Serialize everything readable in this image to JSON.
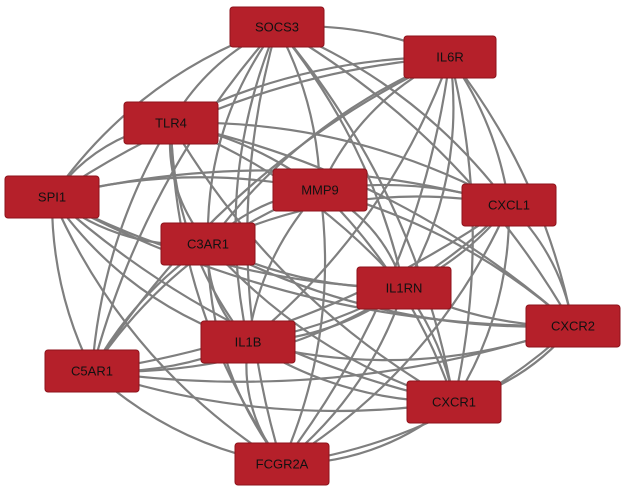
{
  "network": {
    "nodes": [
      {
        "id": "SOCS3",
        "label": "SOCS3"
      },
      {
        "id": "IL6R",
        "label": "IL6R"
      },
      {
        "id": "TLR4",
        "label": "TLR4"
      },
      {
        "id": "SPI1",
        "label": "SPI1"
      },
      {
        "id": "MMP9",
        "label": "MMP9"
      },
      {
        "id": "CXCL1",
        "label": "CXCL1"
      },
      {
        "id": "C3AR1",
        "label": "C3AR1"
      },
      {
        "id": "IL1RN",
        "label": "IL1RN"
      },
      {
        "id": "CXCR2",
        "label": "CXCR2"
      },
      {
        "id": "IL1B",
        "label": "IL1B"
      },
      {
        "id": "C5AR1",
        "label": "C5AR1"
      },
      {
        "id": "CXCR1",
        "label": "CXCR1"
      },
      {
        "id": "FCGR2A",
        "label": "FCGR2A"
      }
    ],
    "edges": [
      [
        "SOCS3",
        "IL6R"
      ],
      [
        "SOCS3",
        "TLR4"
      ],
      [
        "SOCS3",
        "SPI1"
      ],
      [
        "SOCS3",
        "MMP9"
      ],
      [
        "SOCS3",
        "CXCL1"
      ],
      [
        "SOCS3",
        "C3AR1"
      ],
      [
        "SOCS3",
        "IL1RN"
      ],
      [
        "SOCS3",
        "CXCR2"
      ],
      [
        "SOCS3",
        "IL1B"
      ],
      [
        "SOCS3",
        "C5AR1"
      ],
      [
        "SOCS3",
        "CXCR1"
      ],
      [
        "SOCS3",
        "FCGR2A"
      ],
      [
        "IL6R",
        "TLR4"
      ],
      [
        "IL6R",
        "SPI1"
      ],
      [
        "IL6R",
        "MMP9"
      ],
      [
        "IL6R",
        "CXCL1"
      ],
      [
        "IL6R",
        "C3AR1"
      ],
      [
        "IL6R",
        "IL1RN"
      ],
      [
        "IL6R",
        "CXCR2"
      ],
      [
        "IL6R",
        "IL1B"
      ],
      [
        "IL6R",
        "C5AR1"
      ],
      [
        "IL6R",
        "CXCR1"
      ],
      [
        "IL6R",
        "FCGR2A"
      ],
      [
        "TLR4",
        "SPI1"
      ],
      [
        "TLR4",
        "MMP9"
      ],
      [
        "TLR4",
        "CXCL1"
      ],
      [
        "TLR4",
        "C3AR1"
      ],
      [
        "TLR4",
        "IL1RN"
      ],
      [
        "TLR4",
        "CXCR2"
      ],
      [
        "TLR4",
        "IL1B"
      ],
      [
        "TLR4",
        "C5AR1"
      ],
      [
        "TLR4",
        "CXCR1"
      ],
      [
        "TLR4",
        "FCGR2A"
      ],
      [
        "SPI1",
        "MMP9"
      ],
      [
        "SPI1",
        "CXCL1"
      ],
      [
        "SPI1",
        "C3AR1"
      ],
      [
        "SPI1",
        "IL1RN"
      ],
      [
        "SPI1",
        "CXCR2"
      ],
      [
        "SPI1",
        "IL1B"
      ],
      [
        "SPI1",
        "C5AR1"
      ],
      [
        "SPI1",
        "CXCR1"
      ],
      [
        "SPI1",
        "FCGR2A"
      ],
      [
        "MMP9",
        "CXCL1"
      ],
      [
        "MMP9",
        "C3AR1"
      ],
      [
        "MMP9",
        "IL1RN"
      ],
      [
        "MMP9",
        "CXCR2"
      ],
      [
        "MMP9",
        "IL1B"
      ],
      [
        "MMP9",
        "C5AR1"
      ],
      [
        "MMP9",
        "CXCR1"
      ],
      [
        "MMP9",
        "FCGR2A"
      ],
      [
        "CXCL1",
        "C3AR1"
      ],
      [
        "CXCL1",
        "IL1RN"
      ],
      [
        "CXCL1",
        "CXCR2"
      ],
      [
        "CXCL1",
        "IL1B"
      ],
      [
        "CXCL1",
        "C5AR1"
      ],
      [
        "CXCL1",
        "CXCR1"
      ],
      [
        "CXCL1",
        "FCGR2A"
      ],
      [
        "C3AR1",
        "IL1RN"
      ],
      [
        "C3AR1",
        "CXCR2"
      ],
      [
        "C3AR1",
        "IL1B"
      ],
      [
        "C3AR1",
        "C5AR1"
      ],
      [
        "C3AR1",
        "CXCR1"
      ],
      [
        "C3AR1",
        "FCGR2A"
      ],
      [
        "IL1RN",
        "CXCR2"
      ],
      [
        "IL1RN",
        "IL1B"
      ],
      [
        "IL1RN",
        "C5AR1"
      ],
      [
        "IL1RN",
        "CXCR1"
      ],
      [
        "IL1RN",
        "FCGR2A"
      ],
      [
        "CXCR2",
        "IL1B"
      ],
      [
        "CXCR2",
        "C5AR1"
      ],
      [
        "CXCR2",
        "CXCR1"
      ],
      [
        "CXCR2",
        "FCGR2A"
      ],
      [
        "IL1B",
        "C5AR1"
      ],
      [
        "IL1B",
        "CXCR1"
      ],
      [
        "IL1B",
        "FCGR2A"
      ],
      [
        "C5AR1",
        "CXCR1"
      ],
      [
        "C5AR1",
        "FCGR2A"
      ],
      [
        "CXCR1",
        "FCGR2A"
      ]
    ],
    "colors": {
      "node_fill": "#b5202a",
      "node_border": "#8e121b",
      "edge": "#7f7f7f",
      "label": "#111111",
      "background": "#ffffff"
    }
  }
}
